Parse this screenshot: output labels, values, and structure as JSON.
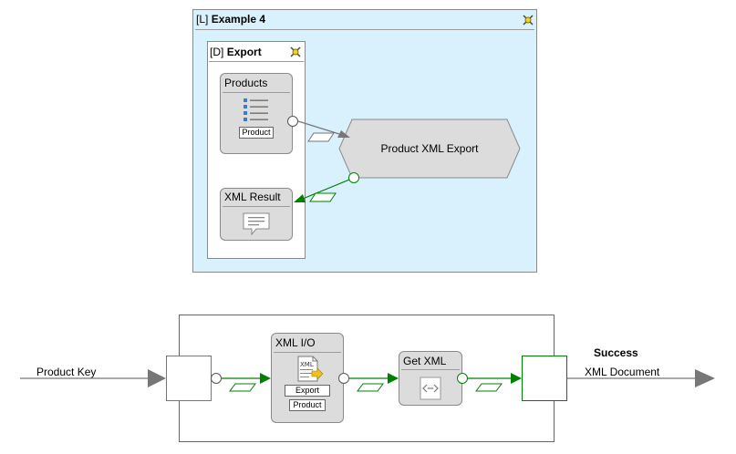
{
  "top": {
    "lane_title_prefix": "[L]",
    "lane_title": "Example 4",
    "dtype_prefix": "[D]",
    "dtype_title": "Export",
    "products_node": {
      "title": "Products",
      "tag": "Product"
    },
    "result_node": {
      "title": "XML Result"
    },
    "export_action": {
      "title": "Product XML Export"
    }
  },
  "bottom": {
    "input_label": "Product Key",
    "xmlio_node": {
      "title": "XML I/O",
      "icon_text": "XML",
      "tag1": "Export",
      "tag2": "Product"
    },
    "getxml_node": {
      "title": "Get XML"
    },
    "success_label": "Success",
    "output_label": "XML Document"
  },
  "colors": {
    "lane_bg": "#d8f1fd",
    "node_bg": "#dcdcdc",
    "flow_green": "#008000",
    "flow_gray": "#777777"
  }
}
